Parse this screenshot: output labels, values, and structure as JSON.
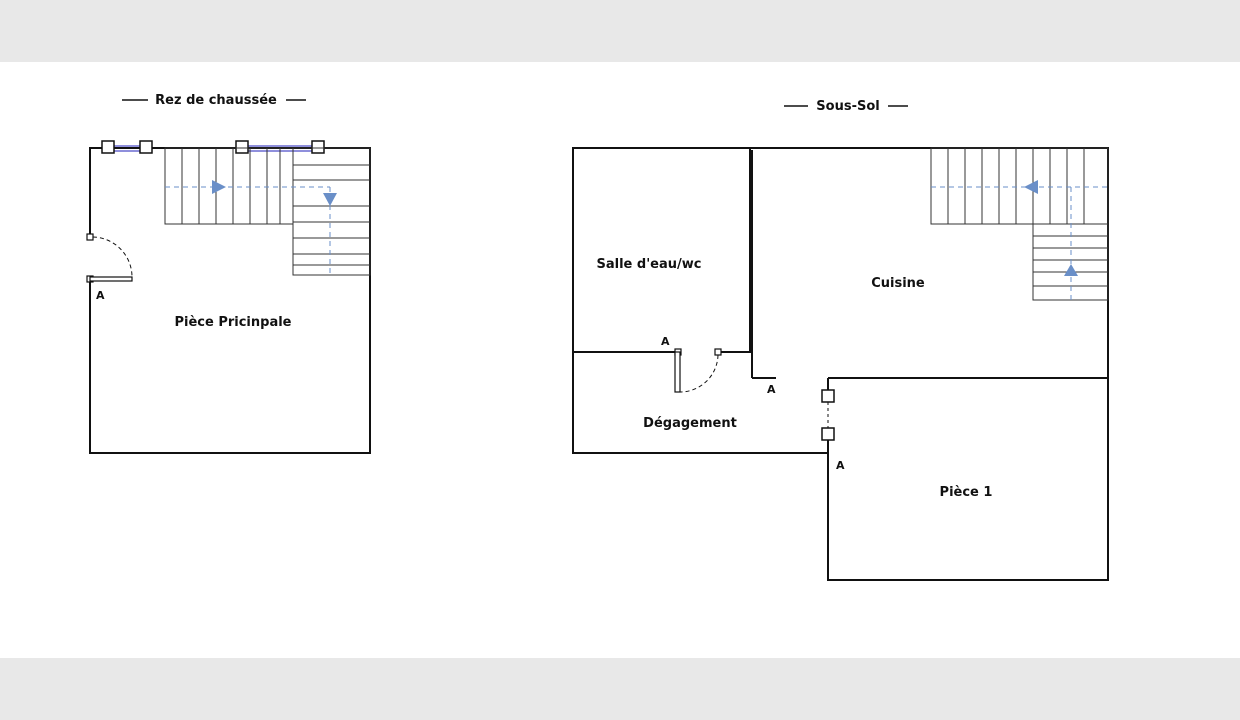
{
  "plans": {
    "ground": {
      "title": "Rez de chaussée",
      "rooms": {
        "main": "Pièce Pricinpale"
      },
      "door_mark": "A"
    },
    "basement": {
      "title": "Sous-Sol",
      "rooms": {
        "bath": "Salle d'eau/wc",
        "kitchen": "Cuisine",
        "hall": "Dégagement",
        "room1": "Pièce 1"
      },
      "door_marks": [
        "A",
        "A",
        "A"
      ]
    }
  },
  "colors": {
    "wall": "#111111",
    "stair": "#333333",
    "arrow": "#6a8fc8",
    "window": "#6a6ad0"
  }
}
